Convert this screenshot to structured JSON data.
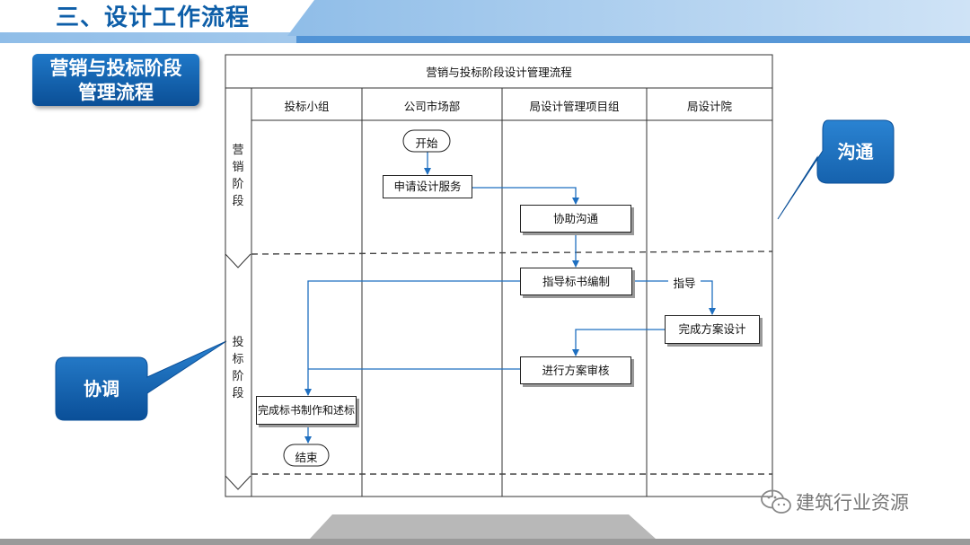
{
  "header": {
    "title": "三、设计工作流程"
  },
  "section_label": {
    "line1": "营销与投标阶段",
    "line2": "管理流程"
  },
  "callouts": {
    "goutong": "沟通",
    "xietiao": "协调"
  },
  "flowchart": {
    "title": "营销与投标阶段设计管理流程",
    "lanes": [
      "投标小组",
      "公司市场部",
      "局设计管理项目组",
      "局设计院"
    ],
    "stages": [
      [
        "营",
        "销",
        "阶",
        "段"
      ],
      [
        "投",
        "标",
        "阶",
        "段"
      ]
    ],
    "nodes": {
      "start": "开始",
      "apply": "申请设计服务",
      "coord": "协助沟通",
      "guide_bid": "指导标书编制",
      "scheme_design": "完成方案设计",
      "scheme_review": "进行方案审核",
      "bid_finish": "完成标书制作和述标",
      "end": "结束"
    },
    "edge_labels": {
      "guide": "指导"
    }
  },
  "watermark": {
    "text": "建筑行业资源"
  },
  "colors": {
    "brand": "#0d5ea8",
    "arrow": "#1f6fc0",
    "callout": "#0b63b8"
  }
}
